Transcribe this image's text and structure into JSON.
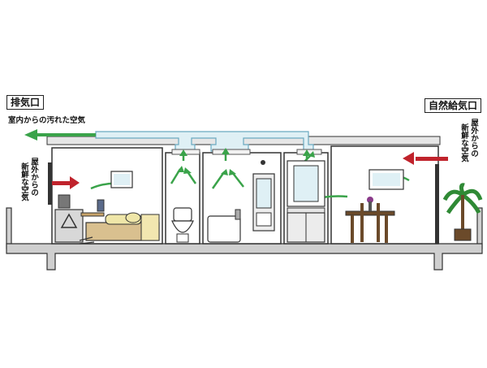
{
  "labels": {
    "exhaust_port": "排気口",
    "natural_intake_port": "自然給気口",
    "indoor_dirty_air": "室内からの汚れた空気",
    "fresh_air_left_line1": "屋外からの",
    "fresh_air_left_line2": "新鮮な空気",
    "fresh_air_right_line1": "屋外からの",
    "fresh_air_right_line2": "新鮮な空気"
  },
  "colors": {
    "duct": "#dff0f5",
    "duct_outline": "#6aa9c0",
    "exhaust_arrow": "#3aa34a",
    "intake_arrow": "#c0232c",
    "floor": "#c8c8c8",
    "outline": "#333333"
  }
}
